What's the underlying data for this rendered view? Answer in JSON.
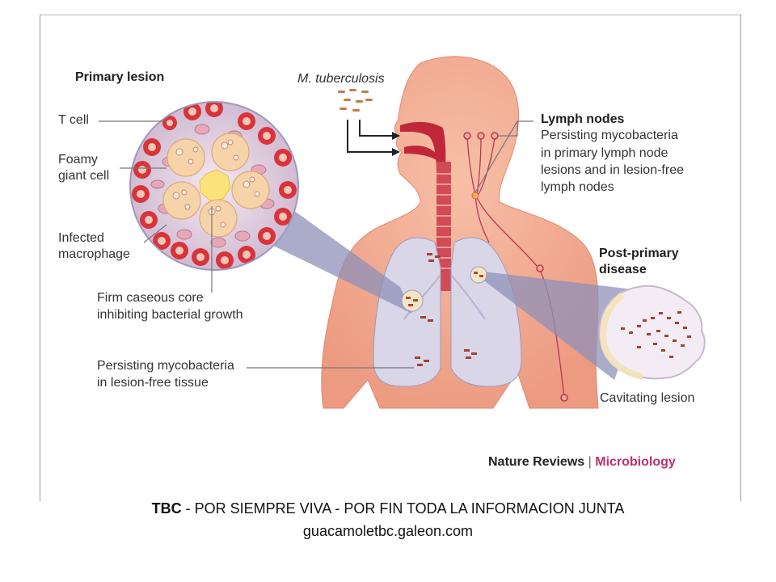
{
  "labels": {
    "primary_lesion": "Primary lesion",
    "m_tuberculosis": "M. tuberculosis",
    "t_cell": "T cell",
    "foamy_giant_cell_1": "Foamy",
    "foamy_giant_cell_2": "giant cell",
    "infected_macrophage_1": "Infected",
    "infected_macrophage_2": "macrophage",
    "caseous_core_1": "Firm caseous core",
    "caseous_core_2": "inhibiting bacterial growth",
    "persisting_tissue_1": "Persisting mycobacteria",
    "persisting_tissue_2": "in lesion-free tissue",
    "lymph_nodes_title": "Lymph nodes",
    "lymph_nodes_1": "Persisting mycobacteria",
    "lymph_nodes_2": "in primary lymph node",
    "lymph_nodes_3": "lesions and in lesion-free",
    "lymph_nodes_4": "lymph nodes",
    "post_primary_1": "Post-primary",
    "post_primary_2": "disease",
    "cavitating_lesion": "Cavitating lesion"
  },
  "credit": {
    "journal": "Nature Reviews",
    "separator": "|",
    "section": "Microbiology"
  },
  "footer": {
    "line1_bold": "TBC",
    "line1_rest": " - POR SIEMPRE VIVA - POR FIN TODA LA INFORMACION JUNTA",
    "line2": "guacamoletbc.galeon.com"
  },
  "colors": {
    "skin": "#f2a98f",
    "skin_dark": "#e58f74",
    "lung": "#d9d6e8",
    "callout": "#8e90b8",
    "airway": "#c0283a",
    "cell_red": "#d8343a",
    "foamy": "#f6d3a8",
    "core": "#fbe27a"
  }
}
